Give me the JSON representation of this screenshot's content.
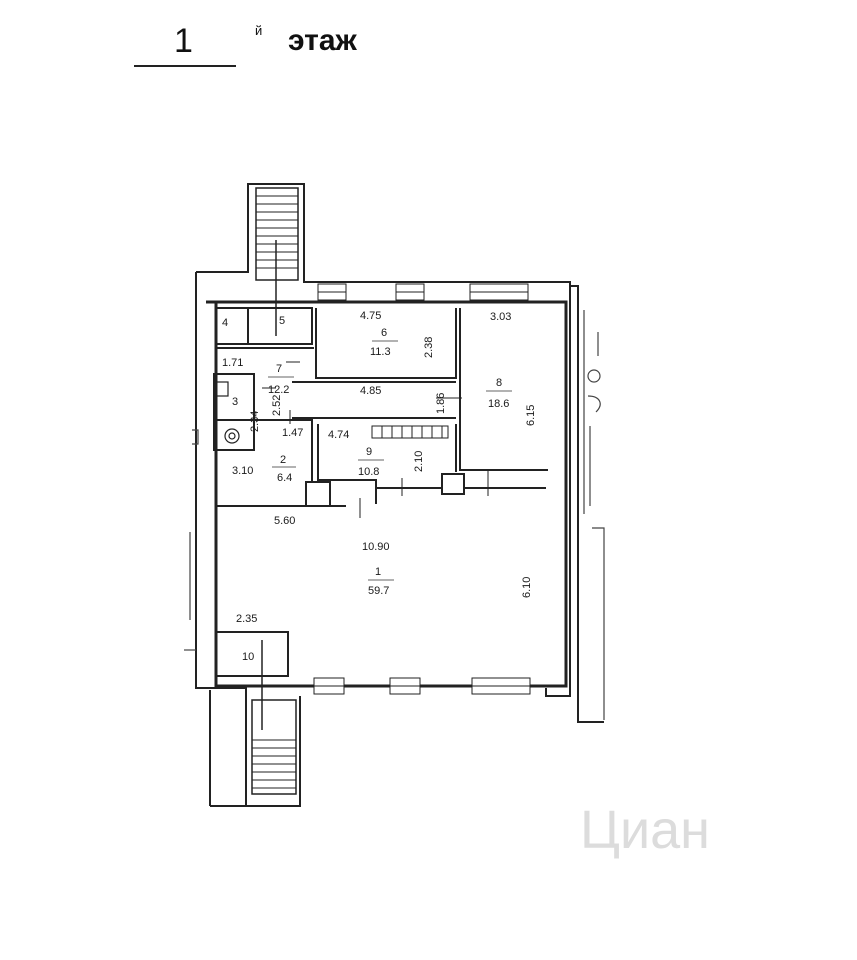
{
  "title": {
    "number": "1",
    "superscript": "й",
    "word": "этаж"
  },
  "rooms": [
    {
      "id": "room-1",
      "number": "1",
      "area": "59.7"
    },
    {
      "id": "room-2",
      "number": "2",
      "area": "6.4"
    },
    {
      "id": "room-3",
      "number": "3"
    },
    {
      "id": "room-4",
      "number": "4"
    },
    {
      "id": "room-5",
      "number": "5"
    },
    {
      "id": "room-6",
      "number": "6",
      "area": "11.3"
    },
    {
      "id": "room-7",
      "number": "7",
      "area": "12.2"
    },
    {
      "id": "room-8",
      "number": "8",
      "area": "18.6"
    },
    {
      "id": "room-9",
      "number": "9",
      "area": "10.8"
    },
    {
      "id": "room-10",
      "number": "10"
    }
  ],
  "dimensions": [
    "4.75",
    "2.38",
    "3.03",
    "6.15",
    "1.71",
    "4.85",
    "1.86",
    "2.34",
    "2.52",
    "1.47",
    "4.74",
    "2.10",
    "3.10",
    "5.60",
    "10.90",
    "6.10",
    "2.35"
  ],
  "watermark": "Циан"
}
